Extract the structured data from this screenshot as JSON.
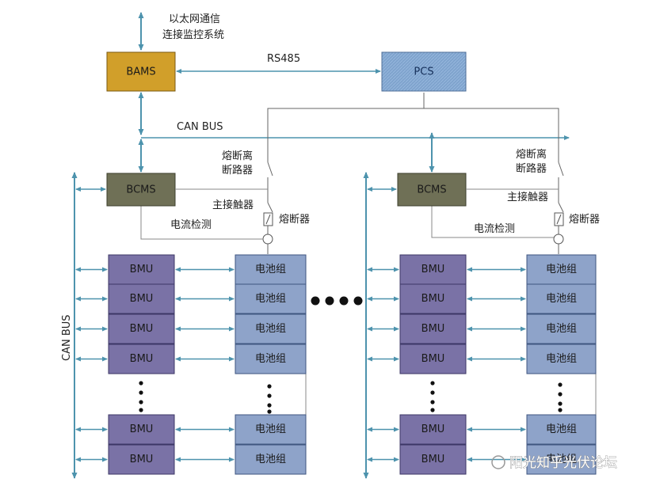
{
  "colors": {
    "bams": "#d19f2a",
    "pcs": "#7fa3cd",
    "bcms": "#6f7056",
    "bmu": "#7a72a6",
    "battery": "#8ea3c9",
    "arrow": "#4d93ad",
    "line": "#777777"
  },
  "top": {
    "ethernet_line1": "以太网通信",
    "ethernet_line2": "连接监控系统",
    "rs485": "RS485",
    "bams": "BAMS",
    "pcs": "PCS",
    "can_bus": "CAN  BUS"
  },
  "left_cluster": {
    "bcms": "BCMS",
    "disconnector_line1": "熔断离",
    "disconnector_line2": "断路器",
    "contactor": "主接触器",
    "fuse": "熔断器",
    "current_detect": "电流检测",
    "can_bus_vertical": "CAN  BUS",
    "bmu_labels": [
      "BMU",
      "BMU",
      "BMU",
      "BMU",
      "BMU",
      "BMU"
    ],
    "battery_labels": [
      "电池组",
      "电池组",
      "电池组",
      "电池组",
      "电池组",
      "电池组"
    ]
  },
  "right_cluster": {
    "bcms": "BCMS",
    "disconnector_line1": "熔断离",
    "disconnector_line2": "断路器",
    "contactor": "主接触器",
    "fuse": "熔断器",
    "current_detect": "电流检测",
    "bmu_labels": [
      "BMU",
      "BMU",
      "BMU",
      "BMU",
      "BMU",
      "BMU"
    ],
    "battery_labels": [
      "电池组",
      "电池组",
      "电池组",
      "电池组",
      "电池组",
      "电池组"
    ]
  },
  "watermark": "阳光知乎光伏论坛"
}
